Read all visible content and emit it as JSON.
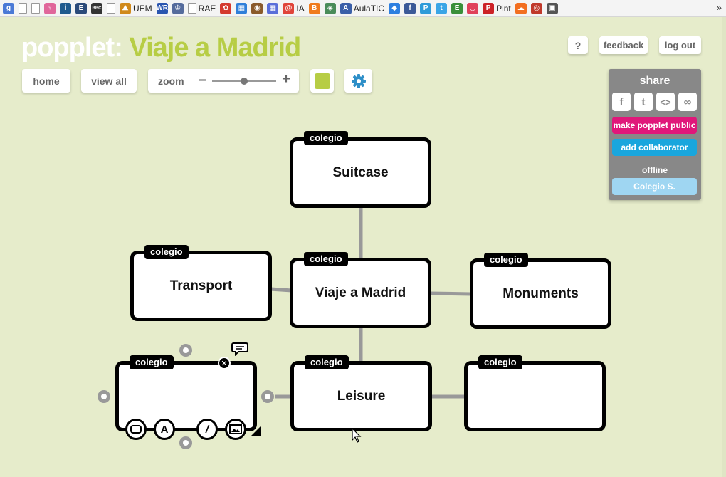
{
  "bookmarks": [
    {
      "label": "",
      "icon": "google-icon",
      "color": "#4a79d6",
      "glyph": "g"
    },
    {
      "label": "",
      "icon": "page-icon",
      "glyph": ""
    },
    {
      "label": "",
      "icon": "page-icon",
      "glyph": ""
    },
    {
      "label": "",
      "icon": "ribbon-icon",
      "color": "#e0669b",
      "glyph": "♀"
    },
    {
      "label": "",
      "icon": "info-icon",
      "color": "#1f5a8e",
      "glyph": "i"
    },
    {
      "label": "",
      "icon": "e-icon",
      "color": "#2b4a7a",
      "glyph": "E"
    },
    {
      "label": "",
      "icon": "bbc-icon",
      "color": "#333333",
      "glyph": "BBC"
    },
    {
      "label": "",
      "icon": "page-icon",
      "glyph": ""
    },
    {
      "label": "UEM",
      "icon": "uem-icon",
      "color": "#d0891b",
      "glyph": "⛰"
    },
    {
      "label": "",
      "icon": "wr-icon",
      "color": "#2a55b0",
      "glyph": "WR"
    },
    {
      "label": "",
      "icon": "crest-icon",
      "color": "#556b9c",
      "glyph": "♔"
    },
    {
      "label": "RAE",
      "icon": "page-icon",
      "glyph": ""
    },
    {
      "label": "",
      "icon": "flower-icon",
      "color": "#d43a2f",
      "glyph": "✿"
    },
    {
      "label": "",
      "icon": "dots-icon",
      "color": "#2f7fd9",
      "glyph": "▦"
    },
    {
      "label": "",
      "icon": "animal-icon",
      "color": "#8a5a2b",
      "glyph": "◉"
    },
    {
      "label": "",
      "icon": "grid-icon",
      "color": "#5a6ed9",
      "glyph": "▦"
    },
    {
      "label": "IA",
      "icon": "at-icon",
      "color": "#e0443a",
      "glyph": "@"
    },
    {
      "label": "",
      "icon": "blogger-icon",
      "color": "#f07b1d",
      "glyph": "B"
    },
    {
      "label": "",
      "icon": "map-icon",
      "color": "#4a8c5a",
      "glyph": "◈"
    },
    {
      "label": "AulaTIC",
      "icon": "aulatic-icon",
      "color": "#3a5fa8",
      "glyph": "A"
    },
    {
      "label": "",
      "icon": "dropbox-icon",
      "color": "#2d7fe0",
      "glyph": "◆"
    },
    {
      "label": "",
      "icon": "facebook-icon",
      "color": "#3b5998",
      "glyph": "f"
    },
    {
      "label": "",
      "icon": "p-icon",
      "color": "#2f9bd9",
      "glyph": "P"
    },
    {
      "label": "",
      "icon": "twitter-icon",
      "color": "#3ba5e6",
      "glyph": "t"
    },
    {
      "label": "",
      "icon": "evernote-icon",
      "color": "#3a8f3a",
      "glyph": "E"
    },
    {
      "label": "",
      "icon": "pocket-icon",
      "color": "#e0405a",
      "glyph": "◡"
    },
    {
      "label": "Pint",
      "icon": "pinterest-icon",
      "color": "#cc2127",
      "glyph": "P"
    },
    {
      "label": "",
      "icon": "soundcloud-icon",
      "color": "#f26f21",
      "glyph": "☁"
    },
    {
      "label": "",
      "icon": "eye-icon",
      "color": "#c0392b",
      "glyph": "◎"
    },
    {
      "label": "",
      "icon": "book-icon",
      "color": "#555555",
      "glyph": "▣"
    }
  ],
  "bookmarks_more": "»",
  "title": {
    "logo": "popplet:",
    "name": "Viaje a Madrid"
  },
  "toolbar": {
    "home": "home",
    "view_all": "view all",
    "zoom": "zoom",
    "zoom_minus": "–",
    "zoom_plus": "+",
    "zoom_level": 0.5,
    "swatch_color": "#b7cd45"
  },
  "top_right": {
    "help": "?",
    "feedback": "feedback",
    "logout": "log out"
  },
  "share": {
    "title": "share",
    "icons": [
      {
        "icon": "facebook-icon",
        "glyph": "f"
      },
      {
        "icon": "twitter-icon",
        "glyph": "t"
      },
      {
        "icon": "embed-icon",
        "glyph": "<>"
      },
      {
        "icon": "link-icon",
        "glyph": "∞"
      }
    ],
    "make_public": "make popplet public",
    "add_collaborator": "add collaborator",
    "status": "offline",
    "user": "Colegio S."
  },
  "popples": [
    {
      "id": "suitcase",
      "tag": "colegio",
      "text": "Suitcase"
    },
    {
      "id": "transport",
      "tag": "colegio",
      "text": "Transport"
    },
    {
      "id": "viaje",
      "tag": "colegio",
      "text": "Viaje a Madrid"
    },
    {
      "id": "monuments",
      "tag": "colegio",
      "text": "Monuments"
    },
    {
      "id": "new",
      "tag": "colegio",
      "text": ""
    },
    {
      "id": "leisure",
      "tag": "colegio",
      "text": "Leisure"
    },
    {
      "id": "empty",
      "tag": "colegio",
      "text": ""
    }
  ],
  "colors": {
    "accent": "#b7cd45",
    "magenta": "#e0177a",
    "blue": "#19a6dd",
    "connector": "#999999"
  }
}
